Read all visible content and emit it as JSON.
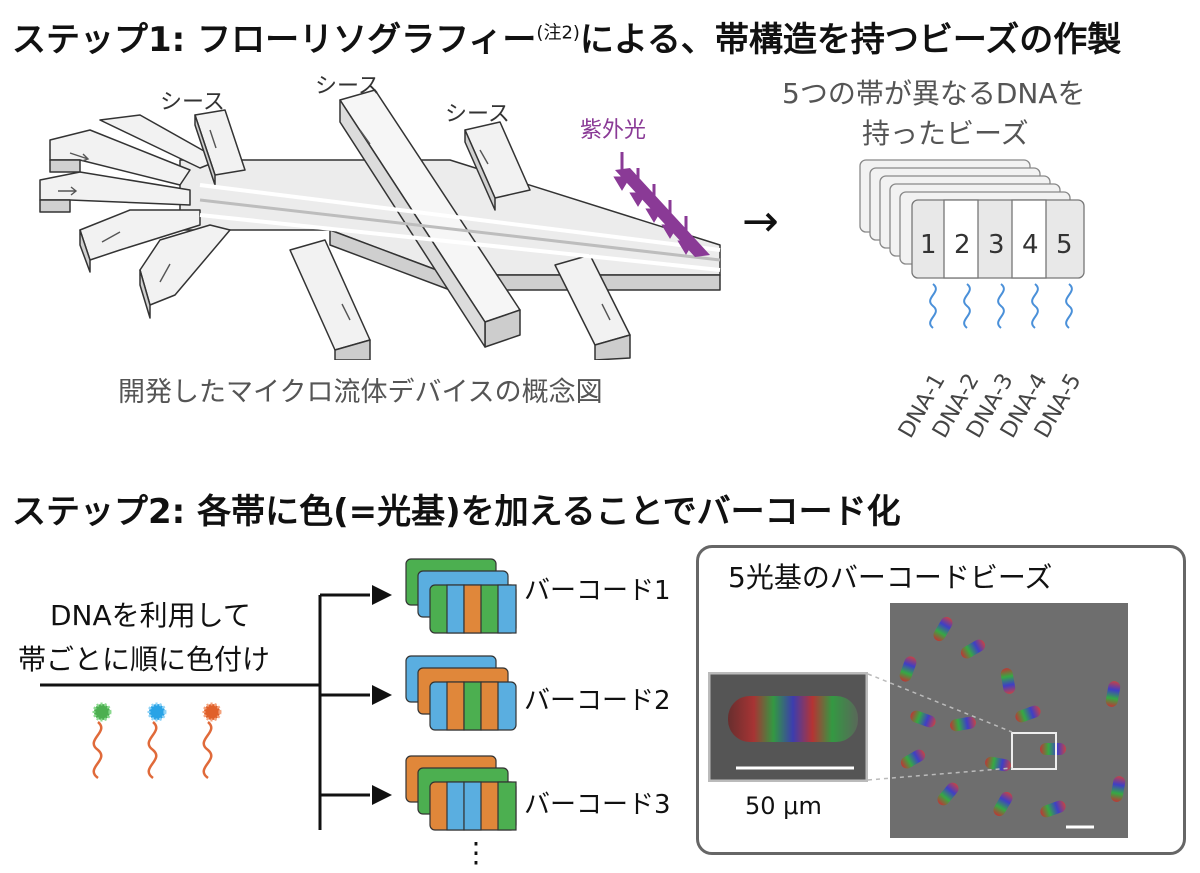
{
  "step1": {
    "title_main": "ステップ1:  フローリソグラフィー",
    "title_note": "(注2)",
    "title_rest": "による、帯構造を持つビーズの作製",
    "sheath_labels": [
      "シース",
      "シース",
      "シース"
    ],
    "uv_label": "紫外光",
    "device_caption": "開発したマイクロ流体デバイスの概念図",
    "arrow": "→",
    "beads_caption_line1": "5つの帯が異なるDNAを",
    "beads_caption_line2": "持ったビーズ",
    "band_numbers": [
      "1",
      "2",
      "3",
      "4",
      "5"
    ],
    "dna_labels": [
      "DNA-1",
      "DNA-2",
      "DNA-3",
      "DNA-4",
      "DNA-5"
    ]
  },
  "step2": {
    "title": "ステップ2:  各帯に色(=光基)を加えることでバーコード化",
    "left_text_line1": "DNAを利用して",
    "left_text_line2": "帯ごとに順に色付け",
    "barcodes": [
      "バーコード1",
      "バーコード2",
      "バーコード3"
    ],
    "ellipsis": "⋮",
    "panel_title": "5光基のバーコードビーズ",
    "scale_label": "50 μm"
  },
  "colors": {
    "green": "#4caf50",
    "blue": "#5aaee0",
    "orange": "#e0873a",
    "uv_purple": "#8a3a96",
    "dna_blue": "#4a90d9",
    "dna_orange": "#e06a3a"
  }
}
